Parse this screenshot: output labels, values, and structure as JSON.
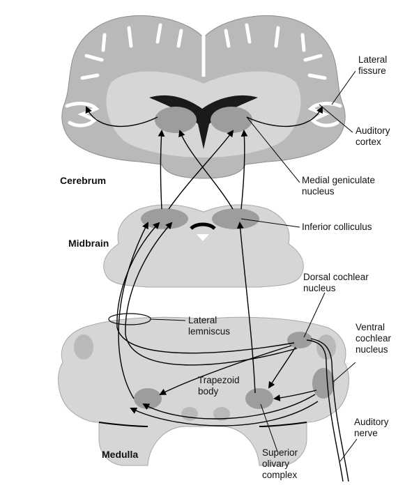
{
  "colors": {
    "outer_tissue": "#b9b9b9",
    "inner_tissue": "#d6d6d6",
    "nucleus": "#9d9d9d",
    "ventricle": "#1a1a1a",
    "pathway": "#000000",
    "label_text": "#111111"
  },
  "regions": {
    "cerebrum": "Cerebrum",
    "midbrain": "Midbrain",
    "medulla": "Medulla"
  },
  "labels": {
    "lateral_fissure": "Lateral\nfissure",
    "auditory_cortex": "Auditory\ncortex",
    "medial_geniculate": "Medial geniculate\nnucleus",
    "inferior_colliculus": "Inferior colliculus",
    "dorsal_cochlear": "Dorsal cochlear\nnucleus",
    "lateral_lemniscus": "Lateral\nlemniscus",
    "ventral_cochlear": "Ventral\ncochlear\nnucleus",
    "trapezoid_body": "Trapezoid\nbody",
    "auditory_nerve": "Auditory\nnerve",
    "superior_olivary": "Superior\nolivary\ncomplex"
  }
}
